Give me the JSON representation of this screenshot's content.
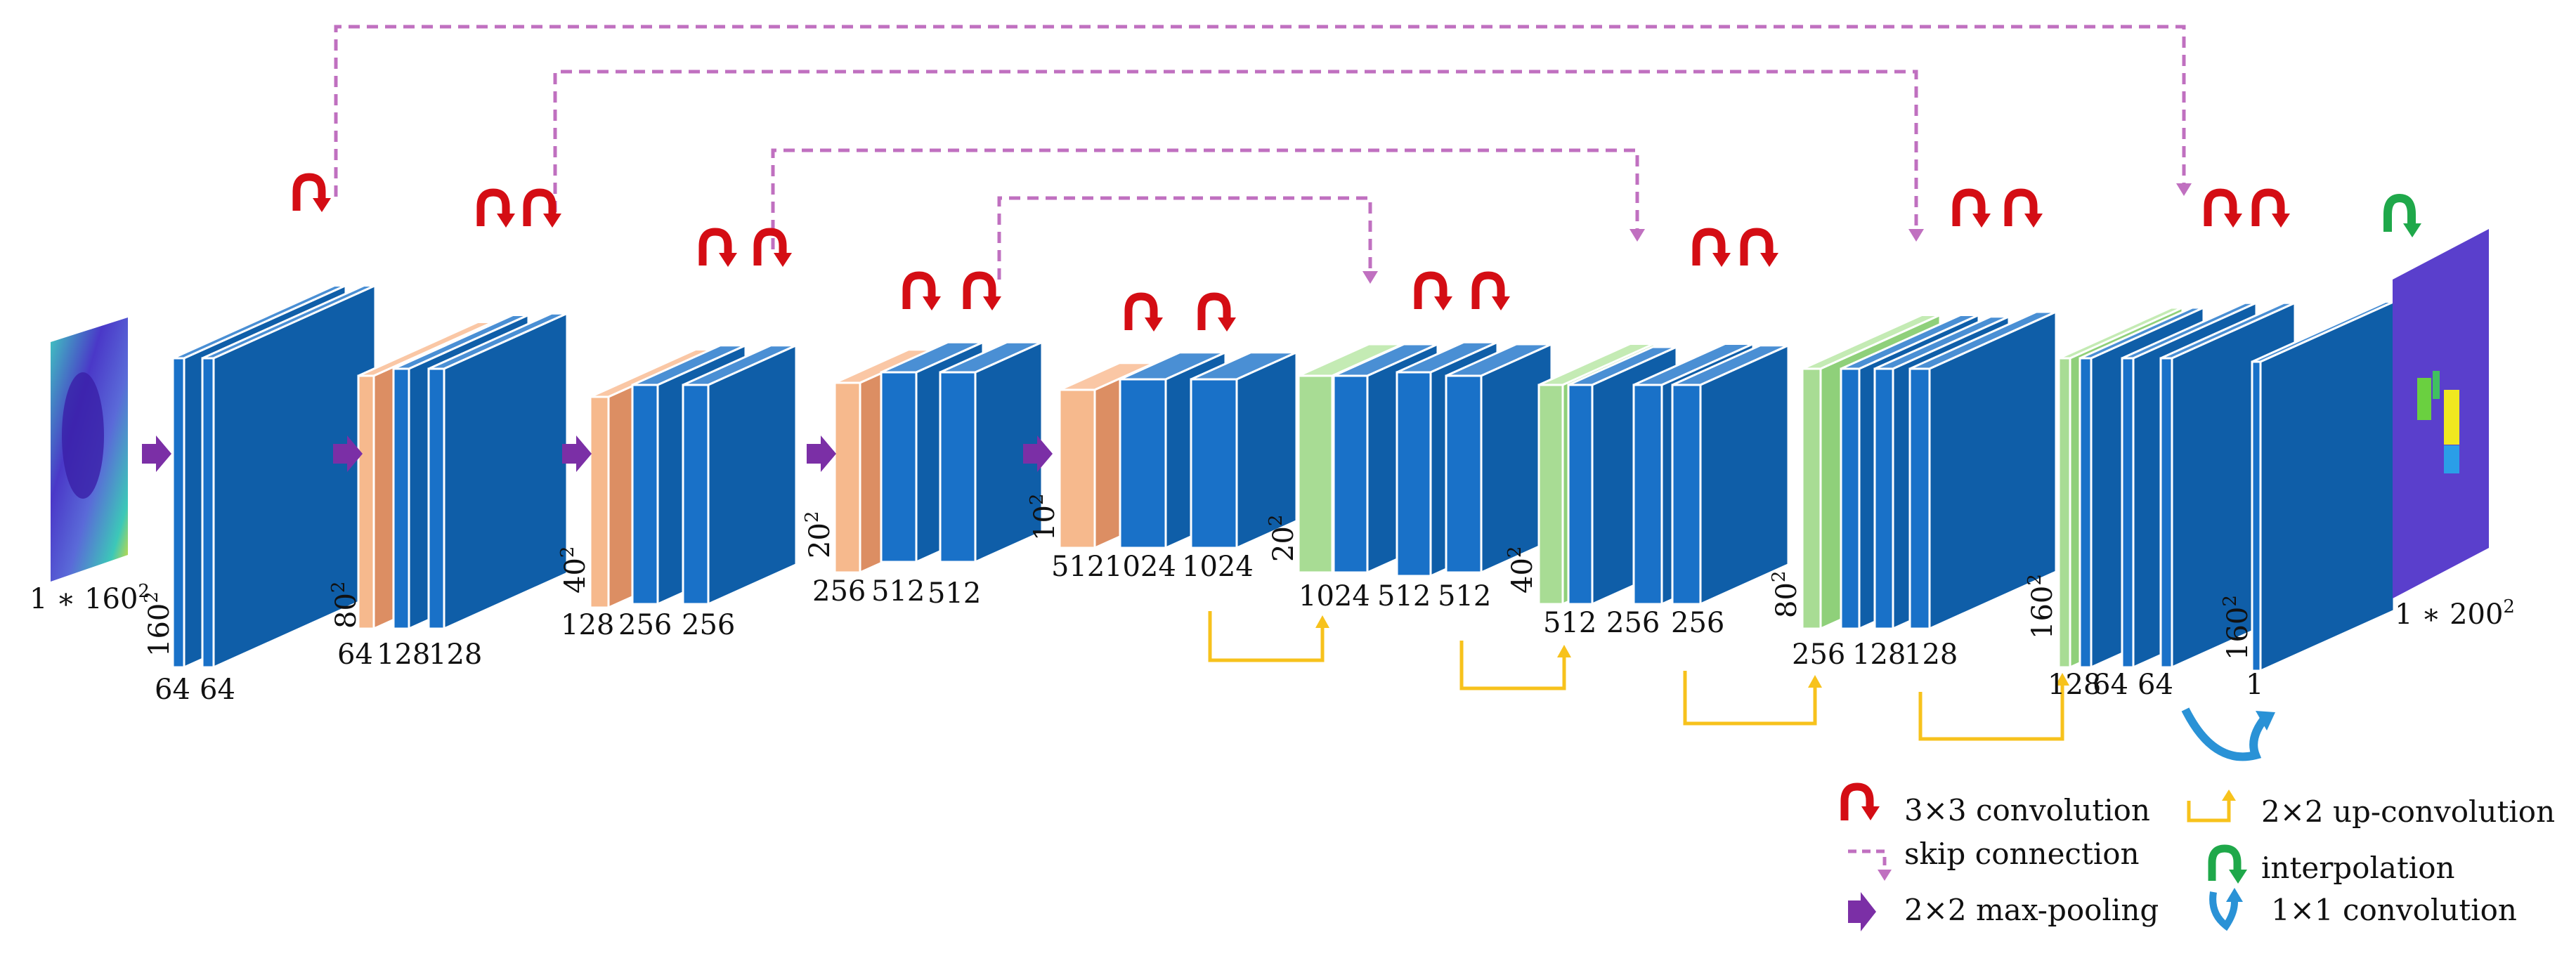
{
  "colors": {
    "conv_face": "#0f5ea8",
    "conv_side": "#1971c8",
    "conv_top": "#4a8fd4",
    "pool_face": "#dc8e63",
    "pool_side": "#f6b98d",
    "pool_top": "#fac7a5",
    "up_face": "#8fd07a",
    "up_side": "#a8dc94",
    "up_top": "#c4ebb4",
    "conv3_arrow": "#d40d14",
    "skip": "#c070c0",
    "maxpool": "#7b2fa6",
    "upconv": "#f7c21c",
    "interp": "#1fa84a",
    "conv1": "#2a92d6",
    "output_bg": "#5a3fcc"
  },
  "input_label": {
    "base": "1 ∗ 160",
    "sup": "2"
  },
  "output_label": {
    "base": "1 ∗ 200",
    "sup": "2"
  },
  "size_labels": [
    {
      "id": "s160a",
      "base": "160",
      "sup": "2"
    },
    {
      "id": "s80a",
      "base": "80",
      "sup": "2"
    },
    {
      "id": "s40a",
      "base": "40",
      "sup": "2"
    },
    {
      "id": "s20a",
      "base": "20",
      "sup": "2"
    },
    {
      "id": "s10",
      "base": "10",
      "sup": "2"
    },
    {
      "id": "s20b",
      "base": "20",
      "sup": "2"
    },
    {
      "id": "s40b",
      "base": "40",
      "sup": "2"
    },
    {
      "id": "s80b",
      "base": "80",
      "sup": "2"
    },
    {
      "id": "s160b",
      "base": "160",
      "sup": "2"
    },
    {
      "id": "s160c",
      "base": "160",
      "sup": "2"
    }
  ],
  "channel_labels": [
    "64",
    "64",
    "64",
    "128",
    "128",
    "128",
    "256",
    "256",
    "256",
    "512",
    "512",
    "512",
    "1024",
    "1024",
    "1024",
    "512",
    "512",
    "512",
    "256",
    "256",
    "256",
    "128",
    "128",
    "128",
    "64",
    "64",
    "1"
  ],
  "legend": {
    "conv3": "3×3 convolution",
    "skip": "skip connection",
    "maxpool": "2×2 max-pooling",
    "upconv": "2×2 up-convolution",
    "interp": "interpolation",
    "conv1": "1×1 convolution"
  }
}
